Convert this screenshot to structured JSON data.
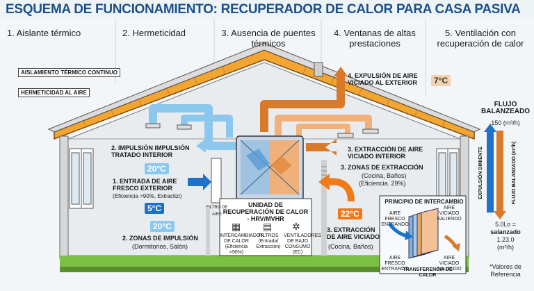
{
  "title": "ESQUEMA DE FUNCIONAMIENTO: RECUPERADOR DE CALOR PARA CASA PASIVA",
  "columns": [
    "1. Aislante térmico",
    "2. Hermeticidad",
    "3. Ausencia de puentes térmicos",
    "4. Ventanas de altas prestaciones",
    "5. Ventilación con recuperación de calor"
  ],
  "labels": {
    "insulation": "AISLAMIENTO TÉRMICO CONTINUO",
    "airtightness": "HERMETICIDAD AL AIRE",
    "exhaust_out": "4. EXPULSIÓN DE AIRE VICIADO AL EXTERIOR",
    "supply_title": "2. IMPULSIÓN IMPULSIÓN TRATADO INTERIOR",
    "fresh_in_title": "1. ENTRADA DE AIRE FRESCO EXTERIOR",
    "fresh_in_sub": "(Eficiencia >90%, Extractizi)",
    "filter": "FILTRO DE AIRE",
    "supply_zones_title": "2. ZONAS DE IMPULSIÓN",
    "supply_zones_sub": "(Dormitorios, Salón)",
    "extract_title": "3. EXTRACCIÓN DE AIRE VICIADO INTERIOR",
    "extract_zones_title": "3. ZONAS DE EXTRACCIÓN",
    "extract_zones_sub": "(Cocina, Baños)",
    "extract_zones_eff": "(Eficiencia. 29%)",
    "extract_bottom_title": "3. EXTRACCIÓN DE AIRE VICIADO",
    "extract_bottom_sub": "(Cocina, Baños)",
    "unit_title": "UNIDAD DE RECUPERACIÓN DE CALOR - HRV/MVHR",
    "unit_item1": "INTERCAMBIADOR DE CALOR",
    "unit_item1_sub": "(Eficiencia >90%)",
    "unit_item2": "FILTROS",
    "unit_item2_sub": "(Entrada/ Extracción)",
    "unit_item3": "VENTILADORES DE BAJO CONSUMO (EC)",
    "principle_title": "PRINCIPIO DE INTERCAMBIO",
    "p_fresh_in": "AIRE FRESCO ENTRANDO",
    "p_stale_out": "AIRE VICIADO SALIENDO",
    "p_fresh_in2": "AIRE FRESCO ENTRANDO",
    "p_stale_out2": "AIRE VICIADO SALIENDO",
    "p_transfer": "TRANSFERENCIA DE CALOR",
    "flow_title": "FLUJO BALANZEADO",
    "flow_value": "150 (m³/h)",
    "flow_axis_left": "EXPULSIÓN DIMIENTE",
    "flow_axis_right": "FLUJO BALANZADO (m³/h)",
    "flow_bottom1": "5.0l,o =",
    "flow_bottom2": "salanzado",
    "flow_bottom3": "1.23.0",
    "flow_bottom4": "(m³/h)",
    "note1": "*Valores de",
    "note2": "Referencia"
  },
  "temps": {
    "outside": "7°C",
    "supply": "20°C",
    "fresh": "5°C",
    "supply_zone": "20°C",
    "extract": "22°C"
  },
  "colors": {
    "title": "#1b4f8c",
    "cold": "#1e72c8",
    "cold_light": "#8cc8ee",
    "warm": "#d97a2b",
    "warm_light": "#f0b27a",
    "insulation": "#f2a531",
    "wall": "#e6e6e6",
    "grass": "#7cc043",
    "hot_temp": "#f07a1a"
  }
}
